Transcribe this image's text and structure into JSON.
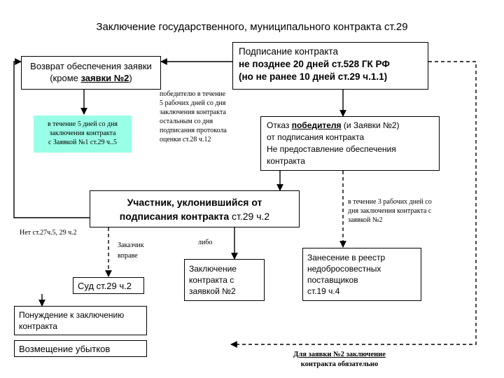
{
  "title": "Заключение государственного, муниципального контракта ст.29",
  "boxes": {
    "signing": {
      "line1": "Подписание контракта",
      "line2": "не позднее 20 дней ст.528 ГК РФ",
      "line3": "(но не ранее 10 дней ст.29 ч.1.1)"
    },
    "return_security": {
      "line1": "Возврат обеспечения заявки",
      "line2_pre": "(кроме ",
      "line2_u": "заявки №2",
      "line2_post": ")"
    },
    "within5": {
      "line1": "в течение 5 дней со дня",
      "line2": "заключения контракта",
      "line3": "с Заявкой №1 ст.29 ч..5"
    },
    "refusal": {
      "line1_pre": "Отказ ",
      "line1_u": "победителя",
      "line1_post": " (и Заявки №2)",
      "line2": "от подписания контракта",
      "line3": "Не предоставление обеспечения",
      "line4": "контракта"
    },
    "evader": {
      "line1": "Участник, уклонившийся от",
      "line2_b": "подписания контракта",
      "line2_post": " ст.29 ч.2"
    },
    "court": {
      "label": "Суд ст.29 ч.2"
    },
    "compulsion": {
      "line1": "Понуждение к заключению",
      "line2": "контракта"
    },
    "damages": {
      "label": "Возмещение убытков"
    },
    "with2": {
      "line1": "Заключение",
      "line2": "контракта с",
      "line3": "заявкой №2"
    },
    "registry": {
      "line1": "Занесение в реестр",
      "line2": "недобросовестных",
      "line3": "поставщиков",
      "line4": "ст.19 ч.4"
    }
  },
  "notes": {
    "winner5": {
      "line1": "победителю в течение",
      "line2": "5 рабочих дней со дня",
      "line3": "заключения контракта",
      "line4": "остальным со дня",
      "line5": "подписания протокола",
      "line6": "оценки ст.28 ч.12"
    },
    "within3": {
      "line1": "в течение 3 рабочих дней со",
      "line2": "дня заключения контракта с",
      "line3": "заявкой №2"
    },
    "no_art": "Нет ст.27ч.5, 29 ч.2",
    "customer": {
      "line1": "Заказчик",
      "line2": "вправе"
    },
    "or": "либо",
    "mandatory": {
      "line1": "Для заявки №2 заключение",
      "line2": "контракта обязательно"
    }
  },
  "colors": {
    "line": "#000000",
    "within5_bg": "#99ffe6"
  }
}
